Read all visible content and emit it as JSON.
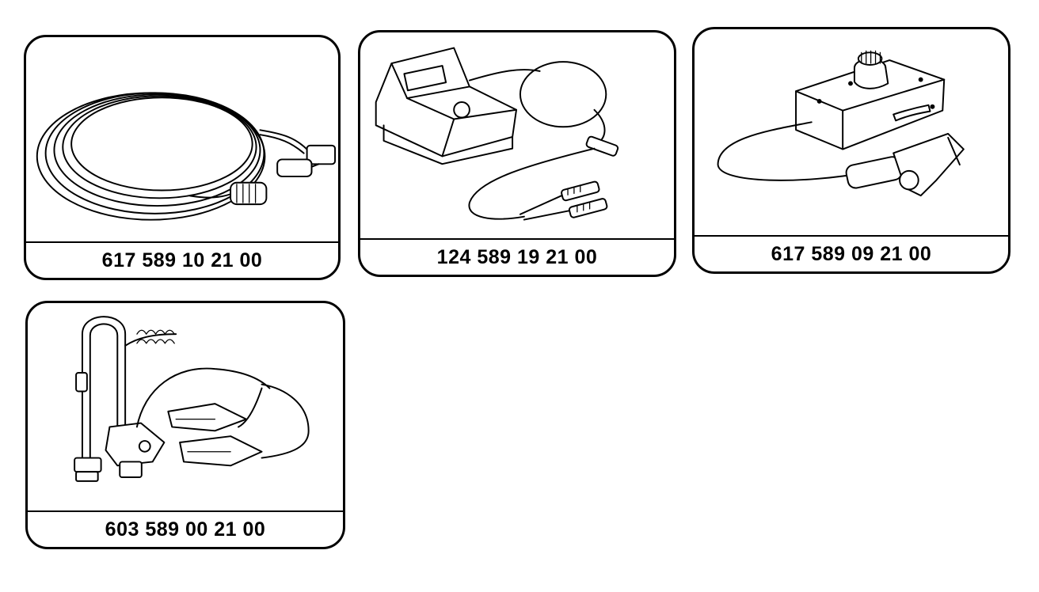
{
  "items": [
    {
      "part_number": "617 589 10 21 00",
      "icon": "coiled-cable-with-connector-icon"
    },
    {
      "part_number": "124 589 19 21 00",
      "icon": "handheld-tester-with-leads-icon"
    },
    {
      "part_number": "617 589 09 21 00",
      "icon": "sensor-box-with-clamp-icon"
    },
    {
      "part_number": "603 589 00 21 00",
      "icon": "probe-adapter-with-battery-clamps-icon"
    }
  ]
}
